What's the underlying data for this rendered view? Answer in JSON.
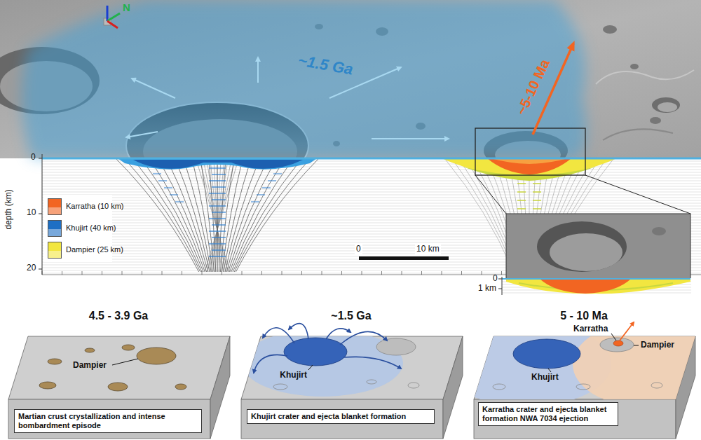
{
  "diagram": {
    "nodes": [
      {
        "text": [
          "4.5 - 3.9 Ga"
        ]
      },
      {
        "text": [
          "Martian crust crystallization and intense bombardment episode"
        ],
        "in": 0
      },
      {
        "text": [
          "~1.5 Ga"
        ]
      },
      {
        "text": [
          "Khujirt crater and ejecta blanket formation"
        ],
        "in": 2
      },
      {
        "text": [
          "5 - 10 Ma"
        ]
      },
      {
        "text": [
          "Karratha crater and ejecta blanket formation NWA 7034 ejection"
        ],
        "in": 4
      }
    ],
    "labels": [
      "~1.5 Ga",
      "~5-10 Ma",
      "N",
      "0",
      "depth (km)",
      "10",
      "20",
      "0",
      "10 km",
      "0",
      "1 km",
      "Dampier",
      "Khujirt",
      "Karratha",
      "Dampier",
      "Khujirt"
    ],
    "legend": [
      {
        "text": "Karratha (10 km)",
        "color": "#f26522"
      },
      {
        "text": "Khujirt (40 km)",
        "color": "#1e6fc4"
      },
      {
        "text": "Dampier (25 km)",
        "color": "#f2e640"
      }
    ]
  }
}
